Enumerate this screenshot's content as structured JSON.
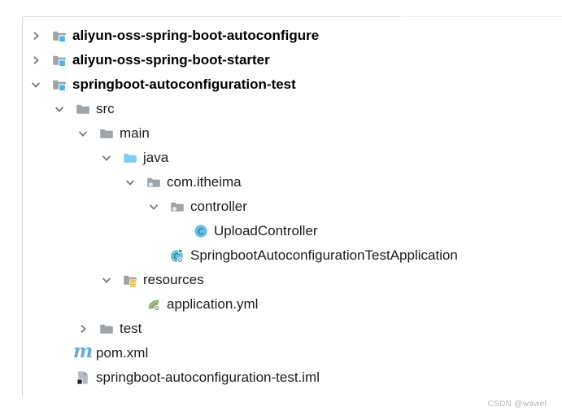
{
  "panel": {
    "name": "project-tree",
    "watermark": "CSDN @wawel"
  },
  "tree": {
    "rows": [
      {
        "label": "aliyun-oss-spring-boot-autoconfigure",
        "level": 0,
        "chevron": "right",
        "icon": "module-folder",
        "bold": true
      },
      {
        "label": "aliyun-oss-spring-boot-starter",
        "level": 0,
        "chevron": "right",
        "icon": "module-folder",
        "bold": true
      },
      {
        "label": "springboot-autoconfiguration-test",
        "level": 0,
        "chevron": "down",
        "icon": "module-folder",
        "bold": true
      },
      {
        "label": "src",
        "level": 1,
        "chevron": "down",
        "icon": "folder",
        "bold": false
      },
      {
        "label": "main",
        "level": 2,
        "chevron": "down",
        "icon": "folder",
        "bold": false
      },
      {
        "label": "java",
        "level": 3,
        "chevron": "down",
        "icon": "sources-folder",
        "bold": false
      },
      {
        "label": "com.itheima",
        "level": 4,
        "chevron": "down",
        "icon": "package-folder",
        "bold": false
      },
      {
        "label": "controller",
        "level": 5,
        "chevron": "down",
        "icon": "package-folder",
        "bold": false
      },
      {
        "label": "UploadController",
        "level": 6,
        "chevron": "none",
        "icon": "java-class",
        "bold": false
      },
      {
        "label": "SpringbootAutoconfigurationTestApplication",
        "level": 5,
        "chevron": "none",
        "icon": "springboot-class",
        "bold": false
      },
      {
        "label": "resources",
        "level": 3,
        "chevron": "down",
        "icon": "resources-folder",
        "bold": false
      },
      {
        "label": "application.yml",
        "level": 4,
        "chevron": "none",
        "icon": "spring-config",
        "bold": false
      },
      {
        "label": "test",
        "level": 2,
        "chevron": "right",
        "icon": "folder",
        "bold": false
      },
      {
        "label": "pom.xml",
        "level": 1,
        "chevron": "none",
        "icon": "maven",
        "bold": false
      },
      {
        "label": "springboot-autoconfiguration-test.iml",
        "level": 1,
        "chevron": "none",
        "icon": "iml-file",
        "bold": false
      }
    ]
  },
  "colors": {
    "folder_gray": "#9ca4ac",
    "sources_blue": "#7ecfef",
    "module_square_blue": "#45b7e8",
    "resources_amber": "#e7b84b",
    "class_circle_blue": "#64c0e4",
    "class_letter": "#2f5668",
    "run_arrow_green": "#4da53c",
    "spring_leaf_green": "#85ad5b",
    "maven_blue": "#66abd7",
    "chevron_gray": "#70767b",
    "border_gray": "#d9dce0",
    "text": "#1c1c1c",
    "watermark_gray": "#b3b6ba"
  }
}
